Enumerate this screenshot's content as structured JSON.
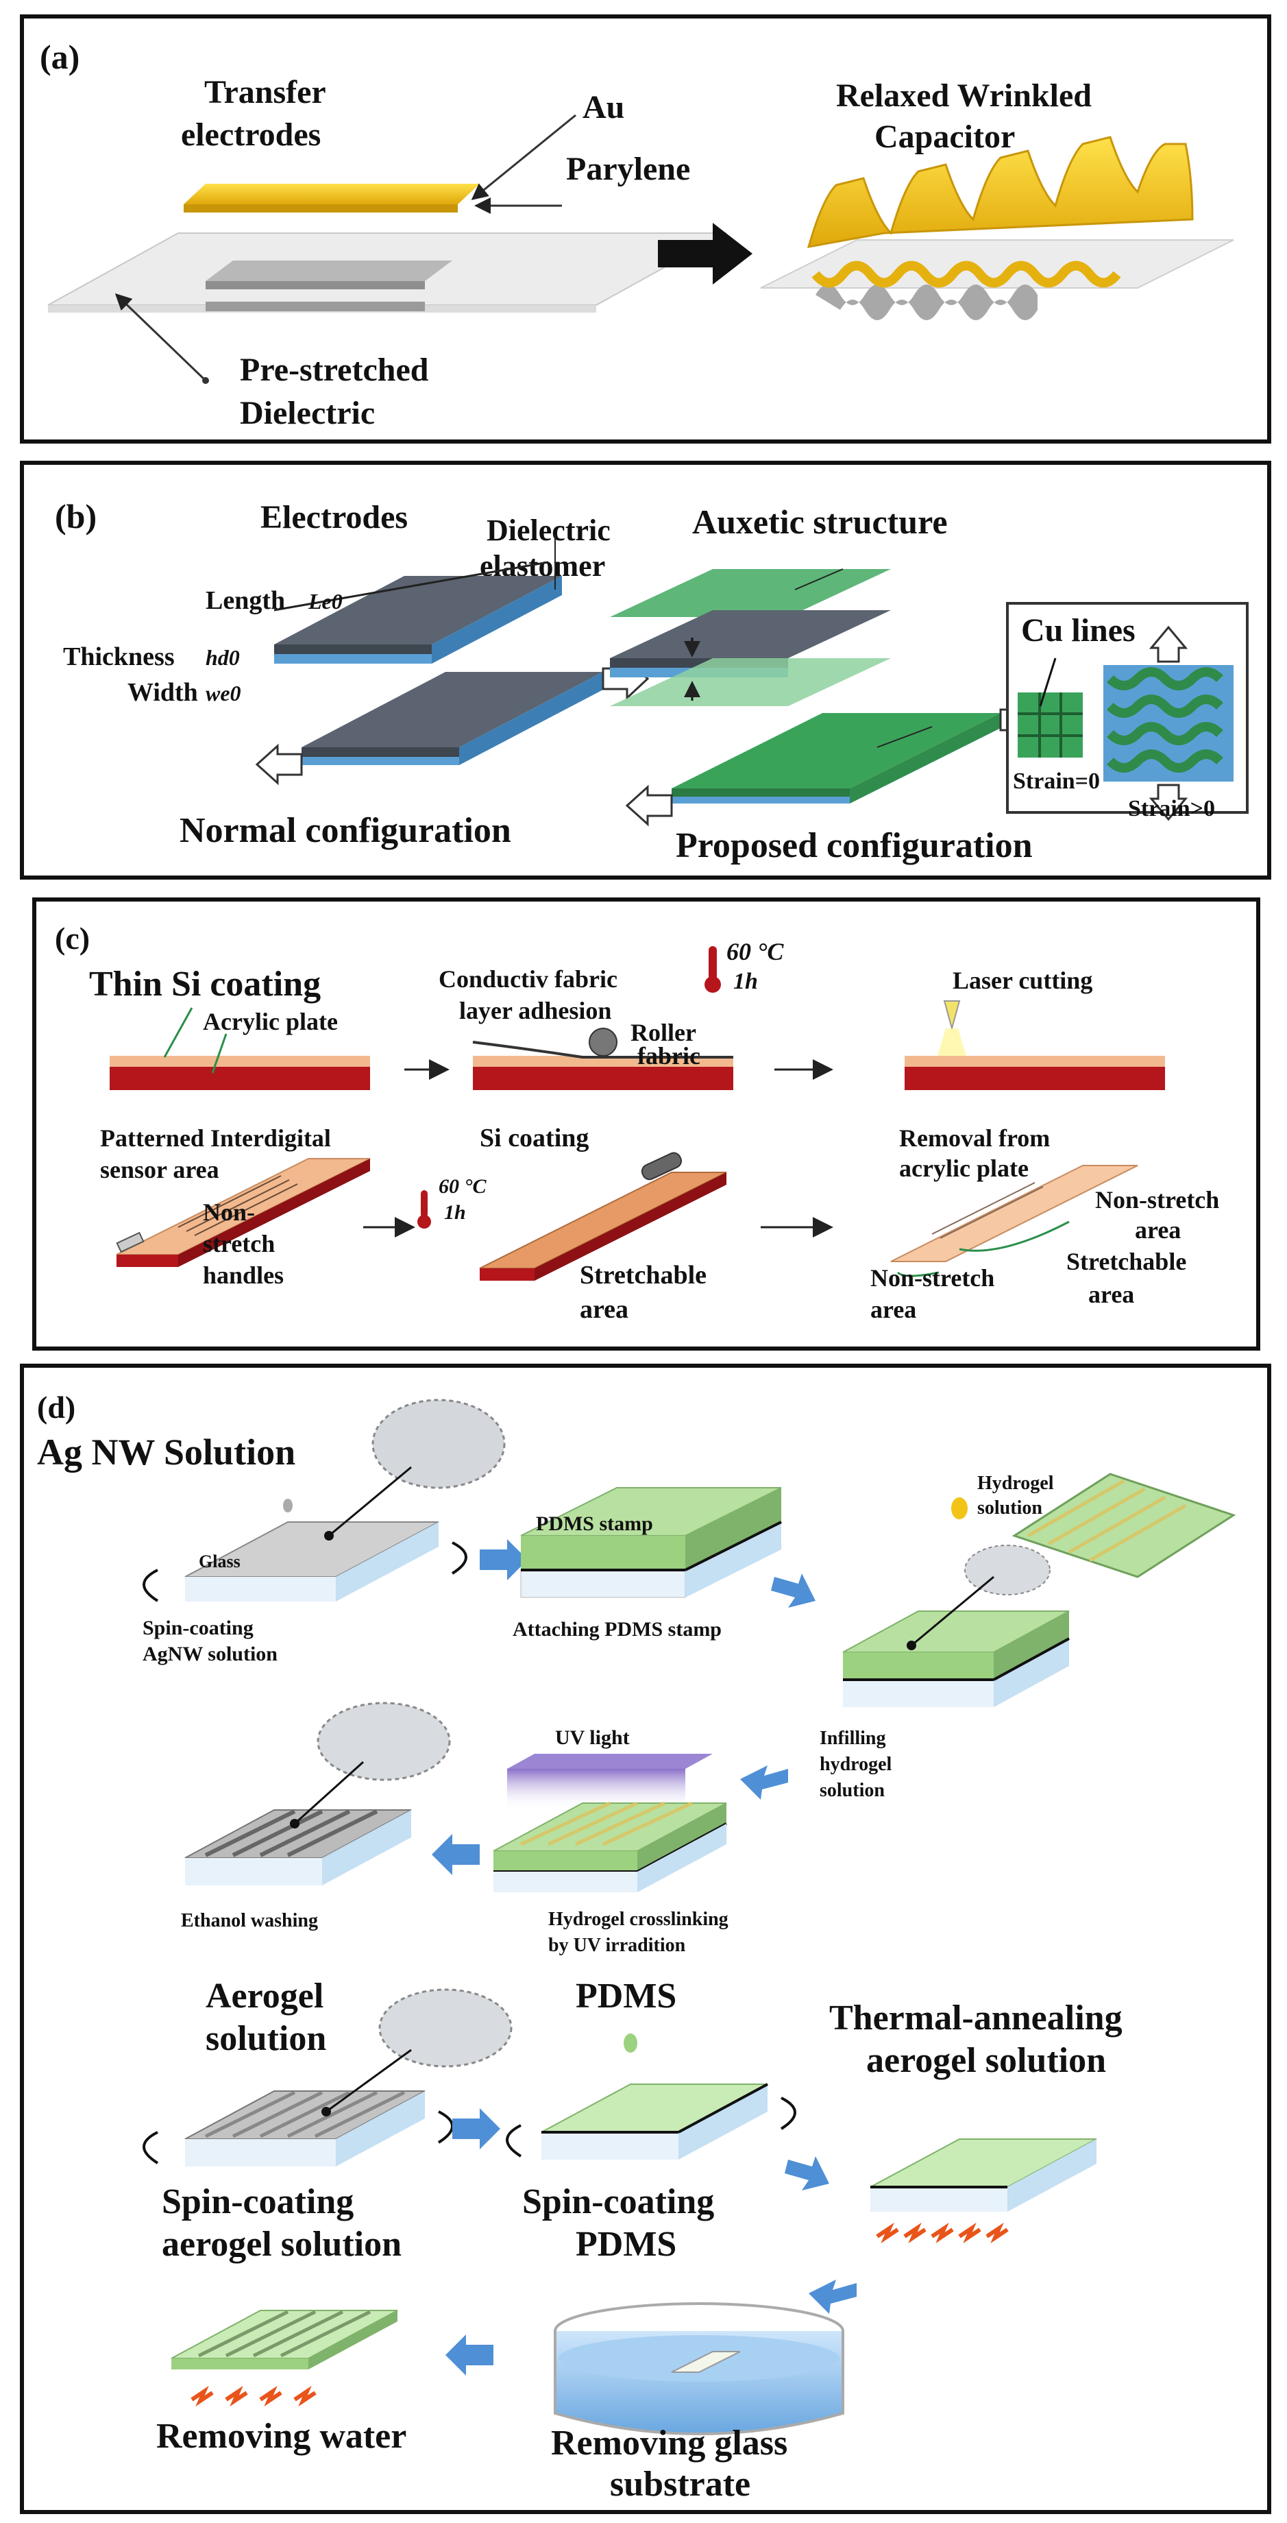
{
  "panels": {
    "a": {
      "label": "(a)",
      "transfer1": "Transfer",
      "transfer2": "electrodes",
      "au": "Au",
      "parylene": "Parylene",
      "relaxed1": "Relaxed Wrinkled",
      "relaxed2": "Capacitor",
      "prestretched1": "Pre-stretched",
      "prestretched2": "Dielectric"
    },
    "b": {
      "label": "(b)",
      "electrodes": "Electrodes",
      "dielectric1": "Dielectric",
      "dielectric2": "elastomer",
      "auxetic": "Auxetic structure",
      "length": "Length",
      "length_sym": "Le0",
      "thickness": "Thickness",
      "thickness_sym": "hd0",
      "width": "Width",
      "width_sym": "we0",
      "cu_lines": "Cu lines",
      "strain0": "Strain=0",
      "strain_gt0": "Strain>0",
      "normal": "Normal configuration",
      "proposed": "Proposed configuration"
    },
    "c": {
      "label": "(c)",
      "thin_si": "Thin Si coating",
      "acrylic": "Acrylic plate",
      "conductiv1": "Conductiv fabric",
      "conductiv2": "layer adhesion",
      "roller": "Roller",
      "fabric": "fabric",
      "temp": "60 °C",
      "time": "1h",
      "laser": "Laser cutting",
      "patterned1": "Patterned Interdigital",
      "patterned2": "sensor area",
      "nonstretch_h1": "Non-",
      "nonstretch_h2": "stretch",
      "nonstretch_h3": "handles",
      "si_coating": "Si coating",
      "temp2": "60 °C",
      "time2": "1h",
      "stretchable1": "Stretchable",
      "stretchable2": "area",
      "removal1": "Removal from",
      "removal2": "acrylic plate",
      "ns_right1": "Non-stretch",
      "ns_right2": "area",
      "stretch_right1": "Stretchable",
      "stretch_right2": "area",
      "ns_left1": "Non-stretch",
      "ns_left2": "area"
    },
    "d": {
      "label": "(d)",
      "agnw": "Ag NW Solution",
      "glass": "Glass",
      "spin_agnw1": "Spin-coating",
      "spin_agnw2": "AgNW solution",
      "pdms_stamp": "PDMS stamp",
      "attach": "Attaching PDMS stamp",
      "hydrogel_sol1": "Hydrogel",
      "hydrogel_sol2": "solution",
      "infill1": "Infilling",
      "infill2": "hydrogel",
      "infill3": "solution",
      "uv": "UV light",
      "crosslink1": "Hydrogel crosslinking",
      "crosslink2": "by UV irradition",
      "ethanol": "Ethanol washing",
      "aerogel1": "Aerogel",
      "aerogel2": "solution",
      "pdms": "PDMS",
      "thermal1": "Thermal-annealing",
      "thermal2": "aerogel solution",
      "spin_aero1": "Spin-coating",
      "spin_aero2": "aerogel solution",
      "spin_pdms1": "Spin-coating",
      "spin_pdms2": "PDMS",
      "removing_water": "Removing water",
      "removing_glass1": "Removing glass",
      "removing_glass2": "substrate"
    }
  },
  "colors": {
    "gold": "#f2c418",
    "gold_dark": "#c9960a",
    "silver": "#c8c8c8",
    "dielectric_blue": "#5a9fd4",
    "electrode_gray": "#5b6470",
    "auxetic_green": "#3aa35a",
    "acrylic_red": "#b4161b",
    "si_orange": "#f2b98f",
    "arrow_blue": "#4f8fd6",
    "pdms_green": "#b8e0a0"
  }
}
